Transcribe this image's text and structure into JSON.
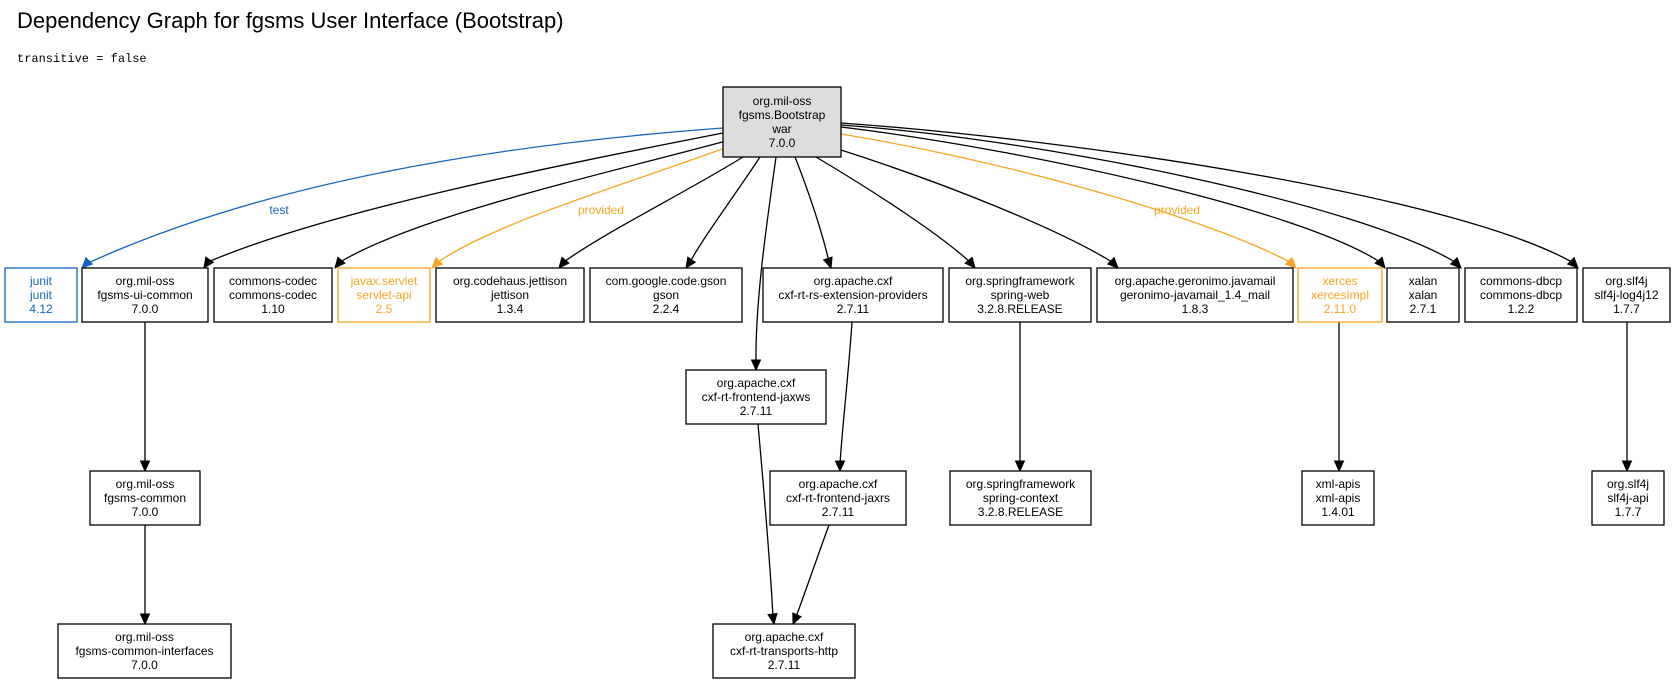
{
  "title": "Dependency Graph for fgsms User Interface (Bootstrap)",
  "subtitle": "transitive = false",
  "colors": {
    "default": "#000000",
    "root_fill": "#dddddd",
    "test": "#1565c0",
    "provided": "#f5a623"
  },
  "nodes": [
    {
      "id": "root",
      "lines": [
        "org.mil-oss",
        "fgsms.Bootstrap",
        "war",
        "7.0.0"
      ],
      "style": "root"
    },
    {
      "id": "junit",
      "lines": [
        "junit",
        "junit",
        "4.12"
      ],
      "style": "test"
    },
    {
      "id": "ui-common",
      "lines": [
        "org.mil-oss",
        "fgsms-ui-common",
        "7.0.0"
      ],
      "style": "default"
    },
    {
      "id": "commons-codec",
      "lines": [
        "commons-codec",
        "commons-codec",
        "1.10"
      ],
      "style": "default"
    },
    {
      "id": "servlet-api",
      "lines": [
        "javax.servlet",
        "servlet-api",
        "2.5"
      ],
      "style": "provided"
    },
    {
      "id": "jettison",
      "lines": [
        "org.codehaus.jettison",
        "jettison",
        "1.3.4"
      ],
      "style": "default"
    },
    {
      "id": "gson",
      "lines": [
        "com.google.code.gson",
        "gson",
        "2.2.4"
      ],
      "style": "default"
    },
    {
      "id": "rs-ext",
      "lines": [
        "org.apache.cxf",
        "cxf-rt-rs-extension-providers",
        "2.7.11"
      ],
      "style": "default"
    },
    {
      "id": "spring-web",
      "lines": [
        "org.springframework",
        "spring-web",
        "3.2.8.RELEASE"
      ],
      "style": "default"
    },
    {
      "id": "javamail",
      "lines": [
        "org.apache.geronimo.javamail",
        "geronimo-javamail_1.4_mail",
        "1.8.3"
      ],
      "style": "default"
    },
    {
      "id": "xerces",
      "lines": [
        "xerces",
        "xercesImpl",
        "2.11.0"
      ],
      "style": "provided"
    },
    {
      "id": "xalan",
      "lines": [
        "xalan",
        "xalan",
        "2.7.1"
      ],
      "style": "default"
    },
    {
      "id": "dbcp",
      "lines": [
        "commons-dbcp",
        "commons-dbcp",
        "1.2.2"
      ],
      "style": "default"
    },
    {
      "id": "log4j12",
      "lines": [
        "org.slf4j",
        "slf4j-log4j12",
        "1.7.7"
      ],
      "style": "default"
    },
    {
      "id": "jaxws",
      "lines": [
        "org.apache.cxf",
        "cxf-rt-frontend-jaxws",
        "2.7.11"
      ],
      "style": "default"
    },
    {
      "id": "fgsms-common",
      "lines": [
        "org.mil-oss",
        "fgsms-common",
        "7.0.0"
      ],
      "style": "default"
    },
    {
      "id": "jaxrs",
      "lines": [
        "org.apache.cxf",
        "cxf-rt-frontend-jaxrs",
        "2.7.11"
      ],
      "style": "default"
    },
    {
      "id": "spring-context",
      "lines": [
        "org.springframework",
        "spring-context",
        "3.2.8.RELEASE"
      ],
      "style": "default"
    },
    {
      "id": "xml-apis",
      "lines": [
        "xml-apis",
        "xml-apis",
        "1.4.01"
      ],
      "style": "default"
    },
    {
      "id": "slf4j-api",
      "lines": [
        "org.slf4j",
        "slf4j-api",
        "1.7.7"
      ],
      "style": "default"
    },
    {
      "id": "common-interfaces",
      "lines": [
        "org.mil-oss",
        "fgsms-common-interfaces",
        "7.0.0"
      ],
      "style": "default"
    },
    {
      "id": "transports-http",
      "lines": [
        "org.apache.cxf",
        "cxf-rt-transports-http",
        "2.7.11"
      ],
      "style": "default"
    }
  ],
  "edges": [
    {
      "from": "root",
      "to": "junit",
      "label": "test",
      "style": "test"
    },
    {
      "from": "root",
      "to": "ui-common",
      "label": "",
      "style": "default"
    },
    {
      "from": "root",
      "to": "commons-codec",
      "label": "",
      "style": "default"
    },
    {
      "from": "root",
      "to": "servlet-api",
      "label": "provided",
      "style": "provided"
    },
    {
      "from": "root",
      "to": "jettison",
      "label": "",
      "style": "default"
    },
    {
      "from": "root",
      "to": "gson",
      "label": "",
      "style": "default"
    },
    {
      "from": "root",
      "to": "jaxws",
      "label": "",
      "style": "default"
    },
    {
      "from": "root",
      "to": "rs-ext",
      "label": "",
      "style": "default"
    },
    {
      "from": "root",
      "to": "spring-web",
      "label": "",
      "style": "default"
    },
    {
      "from": "root",
      "to": "javamail",
      "label": "",
      "style": "default"
    },
    {
      "from": "root",
      "to": "xerces",
      "label": "provided",
      "style": "provided"
    },
    {
      "from": "root",
      "to": "xalan",
      "label": "",
      "style": "default"
    },
    {
      "from": "root",
      "to": "dbcp",
      "label": "",
      "style": "default"
    },
    {
      "from": "root",
      "to": "log4j12",
      "label": "",
      "style": "default"
    },
    {
      "from": "ui-common",
      "to": "fgsms-common",
      "label": "",
      "style": "default"
    },
    {
      "from": "fgsms-common",
      "to": "common-interfaces",
      "label": "",
      "style": "default"
    },
    {
      "from": "rs-ext",
      "to": "jaxrs",
      "label": "",
      "style": "default"
    },
    {
      "from": "jaxws",
      "to": "transports-http",
      "label": "",
      "style": "default"
    },
    {
      "from": "jaxrs",
      "to": "transports-http",
      "label": "",
      "style": "default"
    },
    {
      "from": "spring-web",
      "to": "spring-context",
      "label": "",
      "style": "default"
    },
    {
      "from": "xerces",
      "to": "xml-apis",
      "label": "",
      "style": "default"
    },
    {
      "from": "log4j12",
      "to": "slf4j-api",
      "label": "",
      "style": "default"
    }
  ]
}
